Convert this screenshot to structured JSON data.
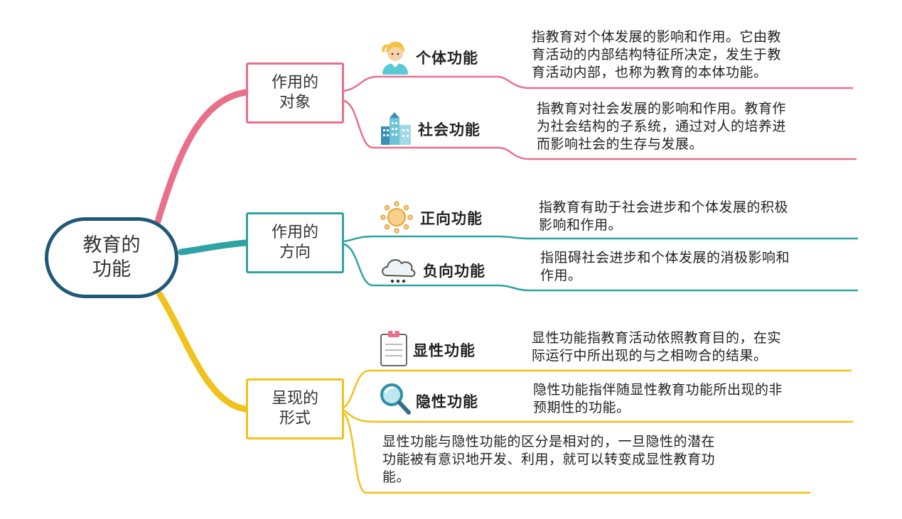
{
  "central_topic": {
    "line1": "教育的",
    "line2": "功能"
  },
  "colors": {
    "central_border": "#1f5878",
    "pink": "#e8708a",
    "teal": "#2fa3a3",
    "yellow": "#f0c21b"
  },
  "categories": [
    {
      "line1": "作用的",
      "line2": "对象",
      "color": "#e8708a",
      "items": [
        {
          "label": "个体功能",
          "icon": "person-icon",
          "line1": "指教育对个体发展的影响和作用。它由教",
          "line2": "育活动的内部结构特征所决定，发生于教",
          "line3": "育活动内部，也称为教育的本体功能。"
        },
        {
          "label": "社会功能",
          "icon": "city-icon",
          "line1": "指教育对社会发展的影响和作用。教育作",
          "line2": "为社会结构的子系统，通过对人的培养进",
          "line3": "而影响社会的生存与发展。"
        }
      ]
    },
    {
      "line1": "作用的",
      "line2": "方向",
      "color": "#2fa3a3",
      "items": [
        {
          "label": "正向功能",
          "icon": "sun-icon",
          "line1": "指教育有助于社会进步和个体发展的积极",
          "line2": "影响和作用。"
        },
        {
          "label": "负向功能",
          "icon": "cloud-icon",
          "line1": "指阻碍社会进步和个体发展的消极影响和",
          "line2": "作用。"
        }
      ]
    },
    {
      "line1": "呈现的",
      "line2": "形式",
      "color": "#f0c21b",
      "items": [
        {
          "label": "显性功能",
          "icon": "clipboard-icon",
          "line1": "显性功能指教育活动依照教育目的，在实",
          "line2": "际运行中所出现的与之相吻合的结果。"
        },
        {
          "label": "隐性功能",
          "icon": "magnifier-icon",
          "line1": "隐性功能指伴随显性教育功能所出现的非",
          "line2": "预期性的功能。"
        }
      ],
      "note": {
        "line1": "显性功能与隐性功能的区分是相对的，一旦隐性的潜在",
        "line2": "功能被有意识地开发、利用，就可以转变成显性教育功",
        "line3": "能。"
      }
    }
  ]
}
